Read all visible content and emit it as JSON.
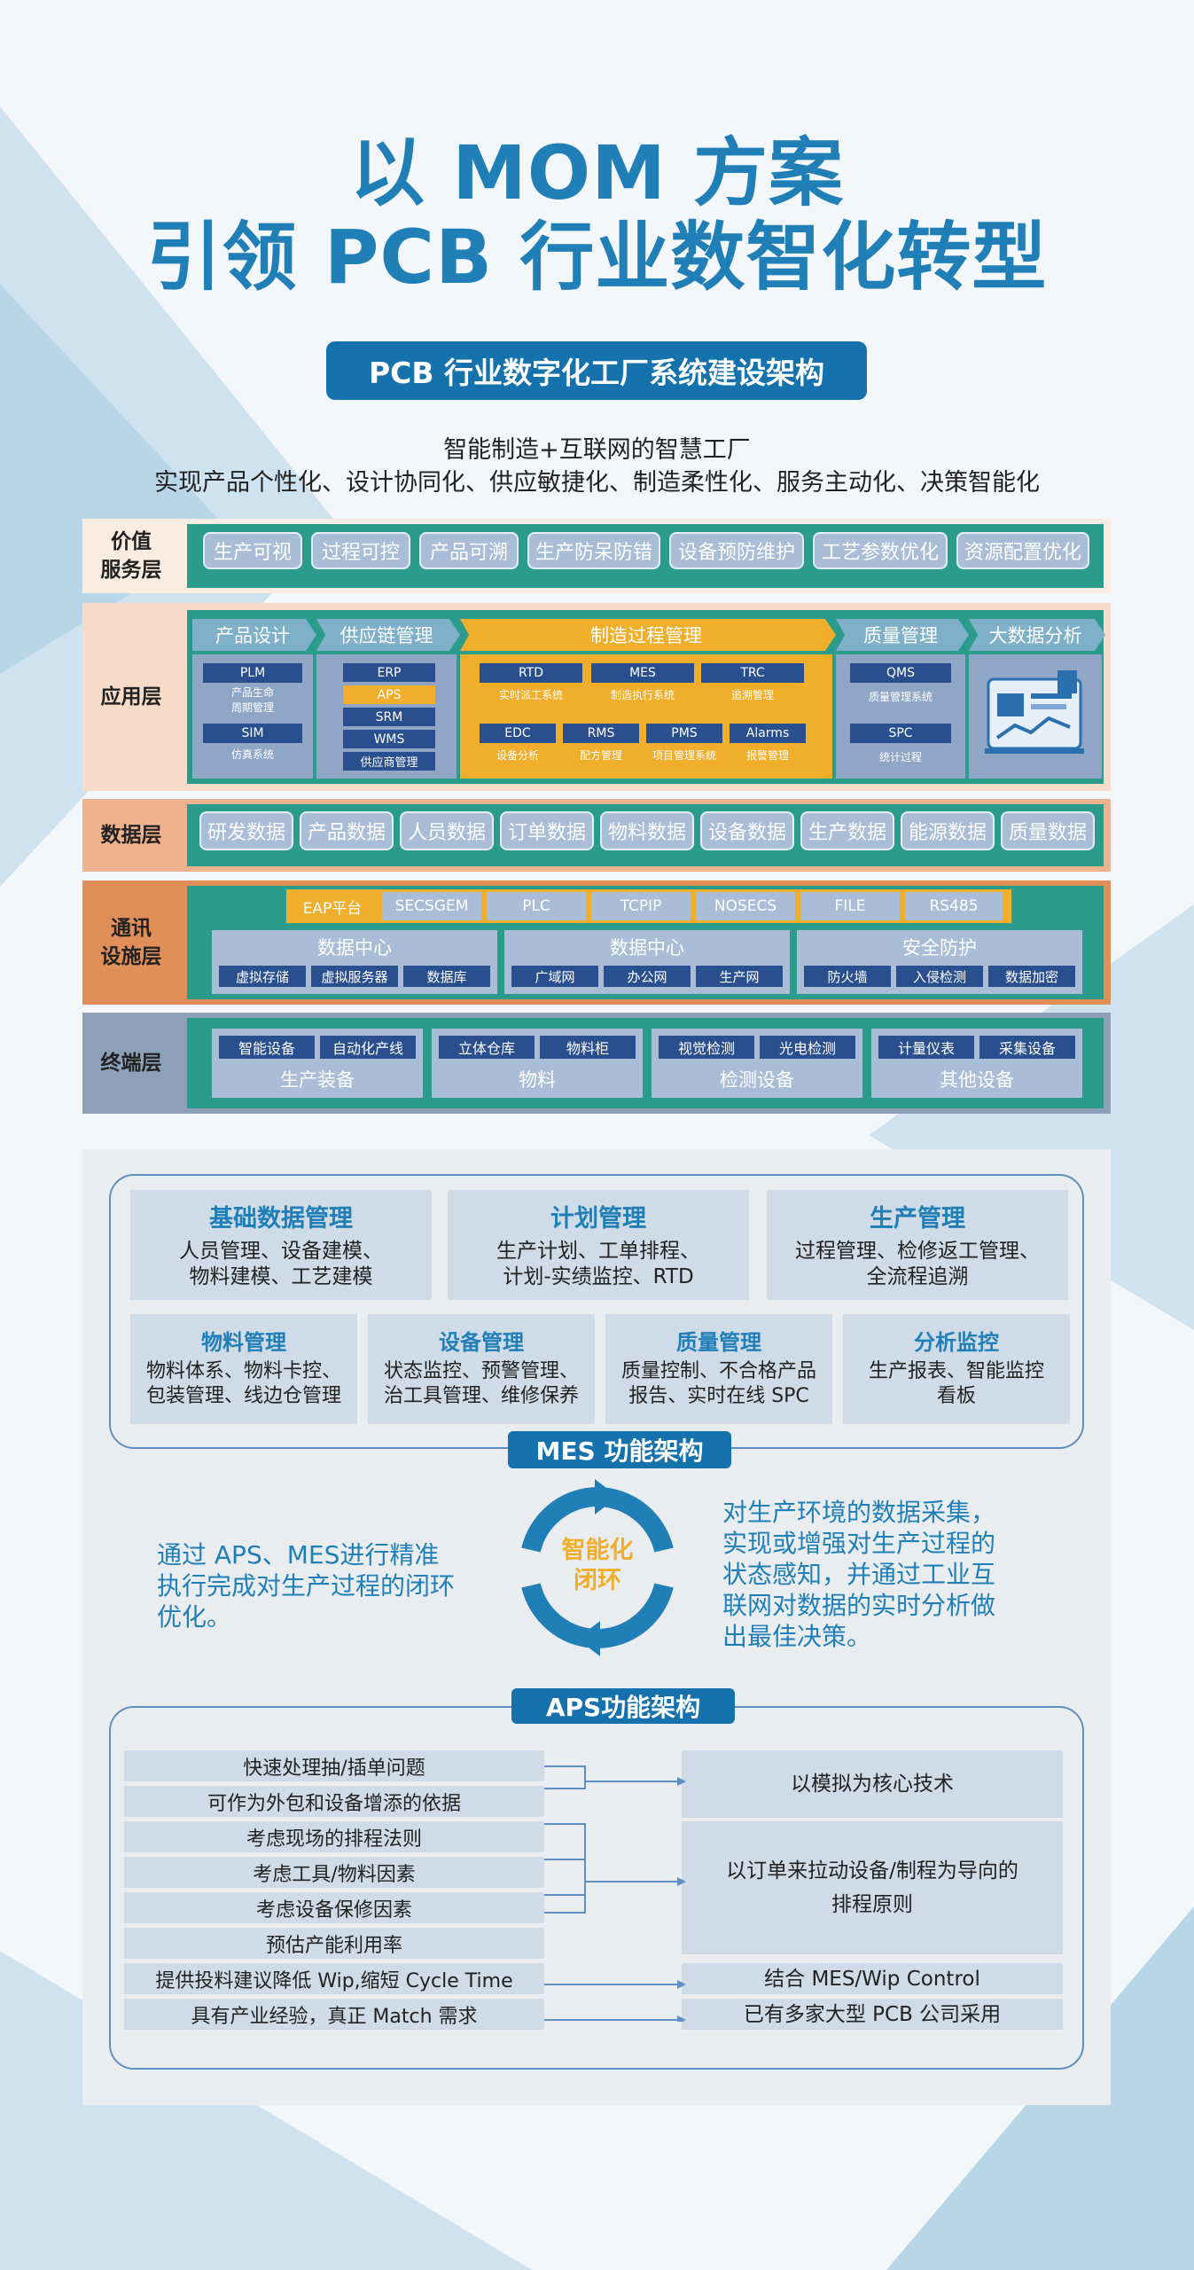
{
  "title": {
    "line1": "以 MOM 方案",
    "line2": "引领 PCB 行业数智化转型"
  },
  "banner": "PCB 行业数字化工厂系统建设架构",
  "subtitle": {
    "line1": "智能制造+互联网的智慧工厂",
    "line2": "实现产品个性化、设计协同化、供应敏捷化、制造柔性化、服务主动化、决策智能化"
  },
  "layers": {
    "value": {
      "label": "价值\n服务层",
      "items": [
        "生产可视",
        "过程可控",
        "产品可溯",
        "生产防呆防错",
        "设备预防维护",
        "工艺参数优化",
        "资源配置优化"
      ]
    },
    "app": {
      "label": "应用层",
      "design": {
        "title": "产品设计",
        "plm": "PLM",
        "plm_note": "产品生命\n周期管理",
        "sim": "SIM",
        "sim_note": "仿真系统"
      },
      "supply": {
        "title": "供应链管理",
        "items": [
          "ERP",
          "APS",
          "SRM",
          "WMS"
        ],
        "note": "供应商管理"
      },
      "process": {
        "title": "制造过程管理",
        "row1": [
          {
            "name": "RTD",
            "note": "实时派工系统"
          },
          {
            "name": "MES",
            "note": "制造执行系统"
          },
          {
            "name": "TRC",
            "note": "追溯管理"
          }
        ],
        "row2": [
          {
            "name": "EDC",
            "note": "设备分析"
          },
          {
            "name": "RMS",
            "note": "配方管理"
          },
          {
            "name": "PMS",
            "note": "项目管理系统"
          },
          {
            "name": "Alarms",
            "note": "报警管理"
          }
        ]
      },
      "quality": {
        "title": "质量管理",
        "qms": "QMS",
        "qms_note": "质量管理系统",
        "spc": "SPC",
        "spc_note": "统计过程"
      },
      "bigdata": {
        "title": "大数据分析"
      }
    },
    "data": {
      "label": "数据层",
      "items": [
        "研发数据",
        "产品数据",
        "人员数据",
        "订单数据",
        "物料数据",
        "设备数据",
        "生产数据",
        "能源数据",
        "质量数据"
      ]
    },
    "comm": {
      "label": "通讯\n设施层",
      "protocols": [
        "EAP平台",
        "SECSGEM",
        "PLC",
        "TCPIP",
        "NOSECS",
        "FILE",
        "RS485"
      ],
      "groups": [
        {
          "title": "数据中心",
          "items": [
            "虚拟存储",
            "虚拟服务器",
            "数据库"
          ]
        },
        {
          "title": "数据中心",
          "items": [
            "广域网",
            "办公网",
            "生产网"
          ]
        },
        {
          "title": "安全防护",
          "items": [
            "防火墙",
            "入侵检测",
            "数据加密"
          ]
        }
      ]
    },
    "terminal": {
      "label": "终端层",
      "groups": [
        {
          "title": "生产装备",
          "items": [
            "智能设备",
            "自动化产线"
          ]
        },
        {
          "title": "物料",
          "items": [
            "立体仓库",
            "物料柜"
          ]
        },
        {
          "title": "检测设备",
          "items": [
            "视觉检测",
            "光电检测"
          ]
        },
        {
          "title": "其他设备",
          "items": [
            "计量仪表",
            "采集设备"
          ]
        }
      ]
    }
  },
  "mes": {
    "label": "MES 功能架构",
    "row1": [
      {
        "title": "基础数据管理",
        "desc": "人员管理、设备建模、\n物料建模、工艺建模"
      },
      {
        "title": "计划管理",
        "desc": "生产计划、工单排程、\n计划-实绩监控、RTD"
      },
      {
        "title": "生产管理",
        "desc": "过程管理、检修返工管理、\n全流程追溯"
      }
    ],
    "row2": [
      {
        "title": "物料管理",
        "desc": "物料体系、物料卡控、\n包装管理、线边仓管理"
      },
      {
        "title": "设备管理",
        "desc": "状态监控、预警管理、\n治工具管理、维修保养"
      },
      {
        "title": "质量管理",
        "desc": "质量控制、不合格产品\n报告、实时在线 SPC"
      },
      {
        "title": "分析监控",
        "desc": "生产报表、智能监控\n看板"
      }
    ]
  },
  "loop": {
    "left": "通过 APS、MES进行精准\n执行完成对生产过程的闭环\n优化。",
    "center": "智能化\n闭环",
    "right": "对生产环境的数据采集，\n实现或增强对生产过程的\n状态感知，并通过工业互\n联网对数据的实时分析做\n出最佳决策。"
  },
  "aps": {
    "label": "APS功能架构",
    "left": [
      "快速处理抽/插单问题",
      "可作为外包和设备增添的依据",
      "考虑现场的排程法则",
      "考虑工具/物料因素",
      "考虑设备保修因素",
      "预估产能利用率",
      "提供投料建议降低 Wip,缩短 Cycle Time",
      "具有产业经验，真正 Match 需求"
    ],
    "right": [
      "以模拟为核心技术",
      "以订单来拉动设备/制程为导向的\n排程原则",
      "结合 MES/Wip Control",
      "已有多家大型 PCB 公司采用"
    ]
  },
  "colors": {
    "brand_blue": "#1f7fb6",
    "teal": "#2b9b8c",
    "orange": "#f0ae2b",
    "navy": "#2a4f8f"
  }
}
